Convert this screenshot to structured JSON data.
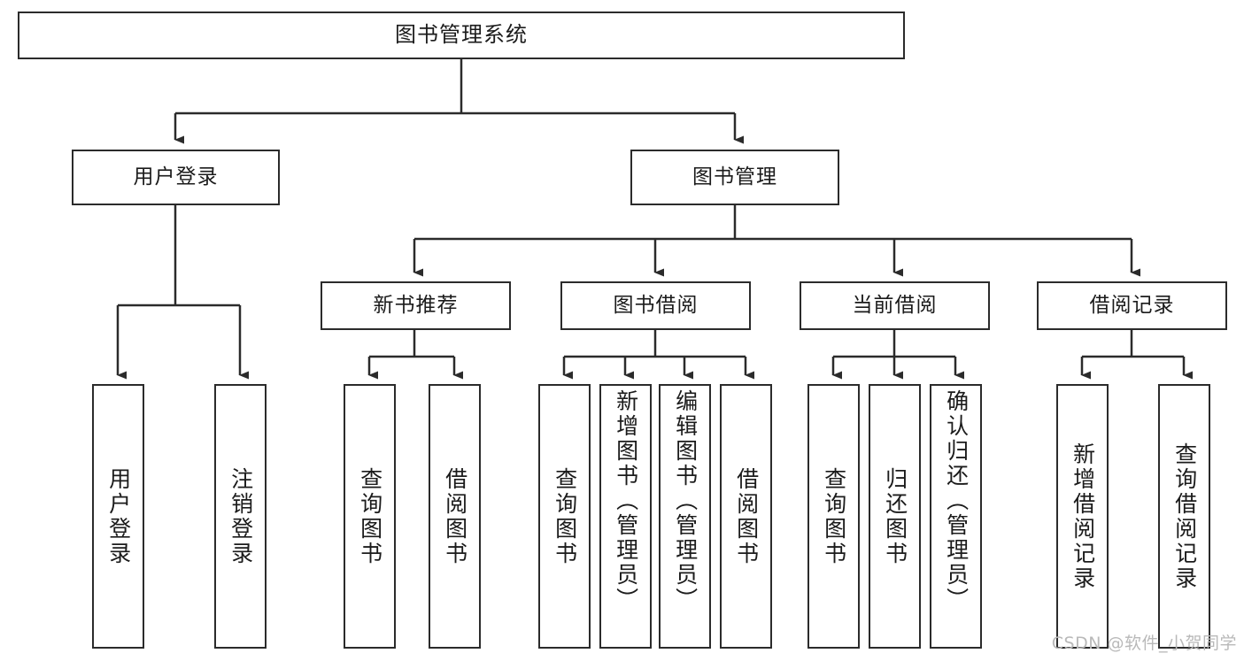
{
  "diagram": {
    "type": "tree-hierarchy",
    "title": "图书管理系统",
    "watermark": "CSDN @软件_小贺同学",
    "colors": {
      "stroke": "#2b2b2b",
      "fill": "#ffffff",
      "text": "#1b1b1b",
      "watermark": "#b9b9b9"
    },
    "root": {
      "label": "图书管理系统"
    },
    "level2": [
      {
        "label": "用户登录"
      },
      {
        "label": "图书管理"
      }
    ],
    "level3": [
      {
        "label": "新书推荐"
      },
      {
        "label": "图书借阅"
      },
      {
        "label": "当前借阅"
      },
      {
        "label": "借阅记录"
      }
    ],
    "leaves": {
      "user_login": [
        {
          "label": "用户登录"
        },
        {
          "label": "注销登录"
        }
      ],
      "new_book": [
        {
          "label": "查询图书"
        },
        {
          "label": "借阅图书"
        }
      ],
      "book_borrow": [
        {
          "label": "查询图书"
        },
        {
          "label": "新增图书（管理员）"
        },
        {
          "label": "编辑图书（管理员）"
        },
        {
          "label": "借阅图书"
        }
      ],
      "current_borrow": [
        {
          "label": "查询图书"
        },
        {
          "label": "归还图书"
        },
        {
          "label": "确认归还（管理员）"
        }
      ],
      "borrow_record": [
        {
          "label": "新增借阅记录"
        },
        {
          "label": "查询借阅记录"
        }
      ]
    }
  }
}
